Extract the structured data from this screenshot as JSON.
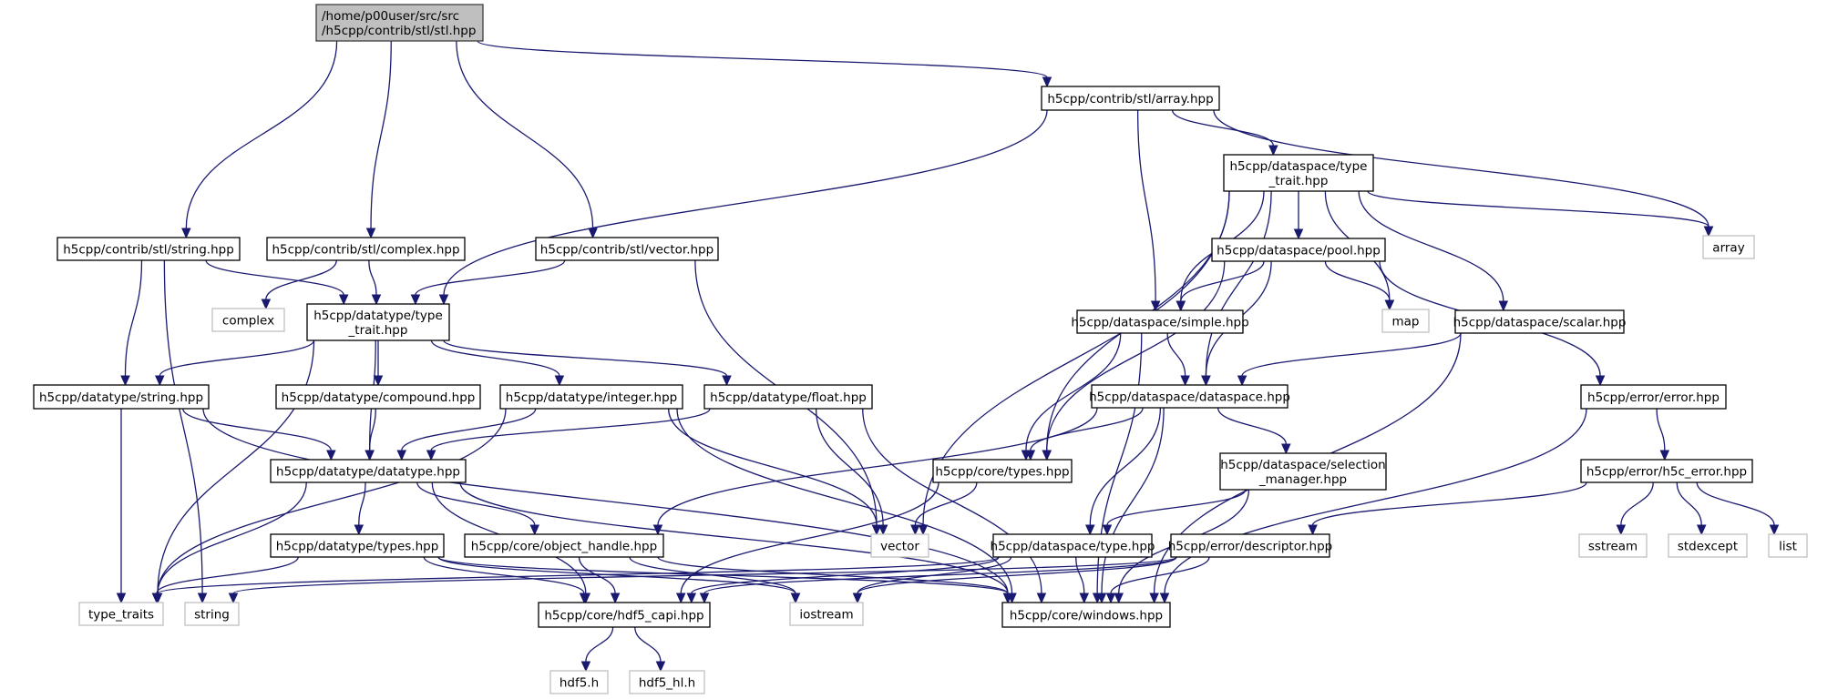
{
  "title": "Include dependency graph for stl.hpp",
  "colors": {
    "edge": "#191970",
    "root_fill": "#bfbfbf",
    "internal_border": "#000000",
    "external_border": "#bfbfbf"
  },
  "nodes": [
    {
      "id": "root",
      "lines": [
        "/home/p00user/src/src",
        "/h5cpp/contrib/stl/stl.hpp"
      ],
      "kind": "root"
    },
    {
      "id": "arr_hpp",
      "lines": [
        "h5cpp/contrib/stl/array.hpp"
      ],
      "kind": "internal"
    },
    {
      "id": "ds_tt",
      "lines": [
        "h5cpp/dataspace/type",
        "_trait.hpp"
      ],
      "kind": "internal"
    },
    {
      "id": "array",
      "lines": [
        "array"
      ],
      "kind": "external"
    },
    {
      "id": "str_hpp",
      "lines": [
        "h5cpp/contrib/stl/string.hpp"
      ],
      "kind": "internal"
    },
    {
      "id": "cplx_hpp",
      "lines": [
        "h5cpp/contrib/stl/complex.hpp"
      ],
      "kind": "internal"
    },
    {
      "id": "vec_hpp",
      "lines": [
        "h5cpp/contrib/stl/vector.hpp"
      ],
      "kind": "internal"
    },
    {
      "id": "complex",
      "lines": [
        "complex"
      ],
      "kind": "external"
    },
    {
      "id": "dt_tt",
      "lines": [
        "h5cpp/datatype/type",
        "_trait.hpp"
      ],
      "kind": "internal"
    },
    {
      "id": "pool",
      "lines": [
        "h5cpp/dataspace/pool.hpp"
      ],
      "kind": "internal"
    },
    {
      "id": "map",
      "lines": [
        "map"
      ],
      "kind": "external"
    },
    {
      "id": "simple",
      "lines": [
        "h5cpp/dataspace/simple.hpp"
      ],
      "kind": "internal"
    },
    {
      "id": "scalar",
      "lines": [
        "h5cpp/dataspace/scalar.hpp"
      ],
      "kind": "internal"
    },
    {
      "id": "dataspace",
      "lines": [
        "h5cpp/dataspace/dataspace.hpp"
      ],
      "kind": "internal"
    },
    {
      "id": "error",
      "lines": [
        "h5cpp/error/error.hpp"
      ],
      "kind": "internal"
    },
    {
      "id": "dt_string",
      "lines": [
        "h5cpp/datatype/string.hpp"
      ],
      "kind": "internal"
    },
    {
      "id": "compound",
      "lines": [
        "h5cpp/datatype/compound.hpp"
      ],
      "kind": "internal"
    },
    {
      "id": "integer",
      "lines": [
        "h5cpp/datatype/integer.hpp"
      ],
      "kind": "internal"
    },
    {
      "id": "float",
      "lines": [
        "h5cpp/datatype/float.hpp"
      ],
      "kind": "internal"
    },
    {
      "id": "core_types",
      "lines": [
        "h5cpp/core/types.hpp"
      ],
      "kind": "internal"
    },
    {
      "id": "selmgr",
      "lines": [
        "h5cpp/dataspace/selection",
        "_manager.hpp"
      ],
      "kind": "internal"
    },
    {
      "id": "h5c_error",
      "lines": [
        "h5cpp/error/h5c_error.hpp"
      ],
      "kind": "internal"
    },
    {
      "id": "datatype",
      "lines": [
        "h5cpp/datatype/datatype.hpp"
      ],
      "kind": "internal"
    },
    {
      "id": "dt_types",
      "lines": [
        "h5cpp/datatype/types.hpp"
      ],
      "kind": "internal"
    },
    {
      "id": "objhandle",
      "lines": [
        "h5cpp/core/object_handle.hpp"
      ],
      "kind": "internal"
    },
    {
      "id": "vector",
      "lines": [
        "vector"
      ],
      "kind": "external"
    },
    {
      "id": "ds_type",
      "lines": [
        "h5cpp/dataspace/type.hpp"
      ],
      "kind": "internal"
    },
    {
      "id": "descriptor",
      "lines": [
        "h5cpp/error/descriptor.hpp"
      ],
      "kind": "internal"
    },
    {
      "id": "sstream",
      "lines": [
        "sstream"
      ],
      "kind": "external"
    },
    {
      "id": "stdexcept",
      "lines": [
        "stdexcept"
      ],
      "kind": "external"
    },
    {
      "id": "list",
      "lines": [
        "list"
      ],
      "kind": "external"
    },
    {
      "id": "type_traits",
      "lines": [
        "type_traits"
      ],
      "kind": "external"
    },
    {
      "id": "string",
      "lines": [
        "string"
      ],
      "kind": "external"
    },
    {
      "id": "hdf5_capi",
      "lines": [
        "h5cpp/core/hdf5_capi.hpp"
      ],
      "kind": "internal"
    },
    {
      "id": "iostream",
      "lines": [
        "iostream"
      ],
      "kind": "external"
    },
    {
      "id": "windows",
      "lines": [
        "h5cpp/core/windows.hpp"
      ],
      "kind": "internal"
    },
    {
      "id": "hdf5_h",
      "lines": [
        "hdf5.h"
      ],
      "kind": "external"
    },
    {
      "id": "hdf5_hl_h",
      "lines": [
        "hdf5_hl.h"
      ],
      "kind": "external"
    }
  ],
  "edges": [
    [
      "root",
      "arr_hpp"
    ],
    [
      "root",
      "str_hpp"
    ],
    [
      "root",
      "cplx_hpp"
    ],
    [
      "root",
      "vec_hpp"
    ],
    [
      "arr_hpp",
      "dt_tt"
    ],
    [
      "arr_hpp",
      "ds_tt"
    ],
    [
      "arr_hpp",
      "simple"
    ],
    [
      "arr_hpp",
      "array"
    ],
    [
      "ds_tt",
      "array"
    ],
    [
      "ds_tt",
      "pool"
    ],
    [
      "ds_tt",
      "map"
    ],
    [
      "ds_tt",
      "simple"
    ],
    [
      "ds_tt",
      "scalar"
    ],
    [
      "ds_tt",
      "dataspace"
    ],
    [
      "ds_tt",
      "core_types"
    ],
    [
      "ds_tt",
      "vector"
    ],
    [
      "str_hpp",
      "dt_tt"
    ],
    [
      "str_hpp",
      "dt_string"
    ],
    [
      "str_hpp",
      "string"
    ],
    [
      "cplx_hpp",
      "complex"
    ],
    [
      "cplx_hpp",
      "dt_tt"
    ],
    [
      "vec_hpp",
      "dt_tt"
    ],
    [
      "vec_hpp",
      "vector"
    ],
    [
      "dt_tt",
      "dt_string"
    ],
    [
      "dt_tt",
      "compound"
    ],
    [
      "dt_tt",
      "integer"
    ],
    [
      "dt_tt",
      "float"
    ],
    [
      "dt_tt",
      "datatype"
    ],
    [
      "dt_tt",
      "type_traits"
    ],
    [
      "pool",
      "map"
    ],
    [
      "pool",
      "simple"
    ],
    [
      "pool",
      "dataspace"
    ],
    [
      "pool",
      "core_types"
    ],
    [
      "pool",
      "error"
    ],
    [
      "simple",
      "dataspace"
    ],
    [
      "simple",
      "core_types"
    ],
    [
      "simple",
      "windows"
    ],
    [
      "scalar",
      "dataspace"
    ],
    [
      "scalar",
      "windows"
    ],
    [
      "dataspace",
      "core_types"
    ],
    [
      "dataspace",
      "selmgr"
    ],
    [
      "dataspace",
      "ds_type"
    ],
    [
      "dataspace",
      "objhandle"
    ],
    [
      "dataspace",
      "windows"
    ],
    [
      "error",
      "h5c_error"
    ],
    [
      "error",
      "windows"
    ],
    [
      "h5c_error",
      "sstream"
    ],
    [
      "h5c_error",
      "stdexcept"
    ],
    [
      "h5c_error",
      "list"
    ],
    [
      "h5c_error",
      "descriptor"
    ],
    [
      "dt_string",
      "datatype"
    ],
    [
      "dt_string",
      "type_traits"
    ],
    [
      "dt_string",
      "windows"
    ],
    [
      "compound",
      "datatype"
    ],
    [
      "integer",
      "datatype"
    ],
    [
      "integer",
      "vector"
    ],
    [
      "integer",
      "type_traits"
    ],
    [
      "integer",
      "windows"
    ],
    [
      "float",
      "datatype"
    ],
    [
      "float",
      "vector"
    ],
    [
      "float",
      "windows"
    ],
    [
      "core_types",
      "vector"
    ],
    [
      "core_types",
      "hdf5_capi"
    ],
    [
      "selmgr",
      "ds_type"
    ],
    [
      "selmgr",
      "windows"
    ],
    [
      "datatype",
      "dt_types"
    ],
    [
      "datatype",
      "objhandle"
    ],
    [
      "datatype",
      "hdf5_capi"
    ],
    [
      "datatype",
      "type_traits"
    ],
    [
      "datatype",
      "windows"
    ],
    [
      "dt_types",
      "type_traits"
    ],
    [
      "dt_types",
      "hdf5_capi"
    ],
    [
      "dt_types",
      "windows"
    ],
    [
      "dt_types",
      "iostream"
    ],
    [
      "objhandle",
      "hdf5_capi"
    ],
    [
      "objhandle",
      "iostream"
    ],
    [
      "objhandle",
      "windows"
    ],
    [
      "ds_type",
      "windows"
    ],
    [
      "ds_type",
      "hdf5_capi"
    ],
    [
      "ds_type",
      "iostream"
    ],
    [
      "ds_type",
      "type_traits"
    ],
    [
      "descriptor",
      "windows"
    ],
    [
      "descriptor",
      "hdf5_capi"
    ],
    [
      "descriptor",
      "iostream"
    ],
    [
      "descriptor",
      "string"
    ],
    [
      "hdf5_capi",
      "hdf5_h"
    ],
    [
      "hdf5_capi",
      "hdf5_hl_h"
    ]
  ]
}
